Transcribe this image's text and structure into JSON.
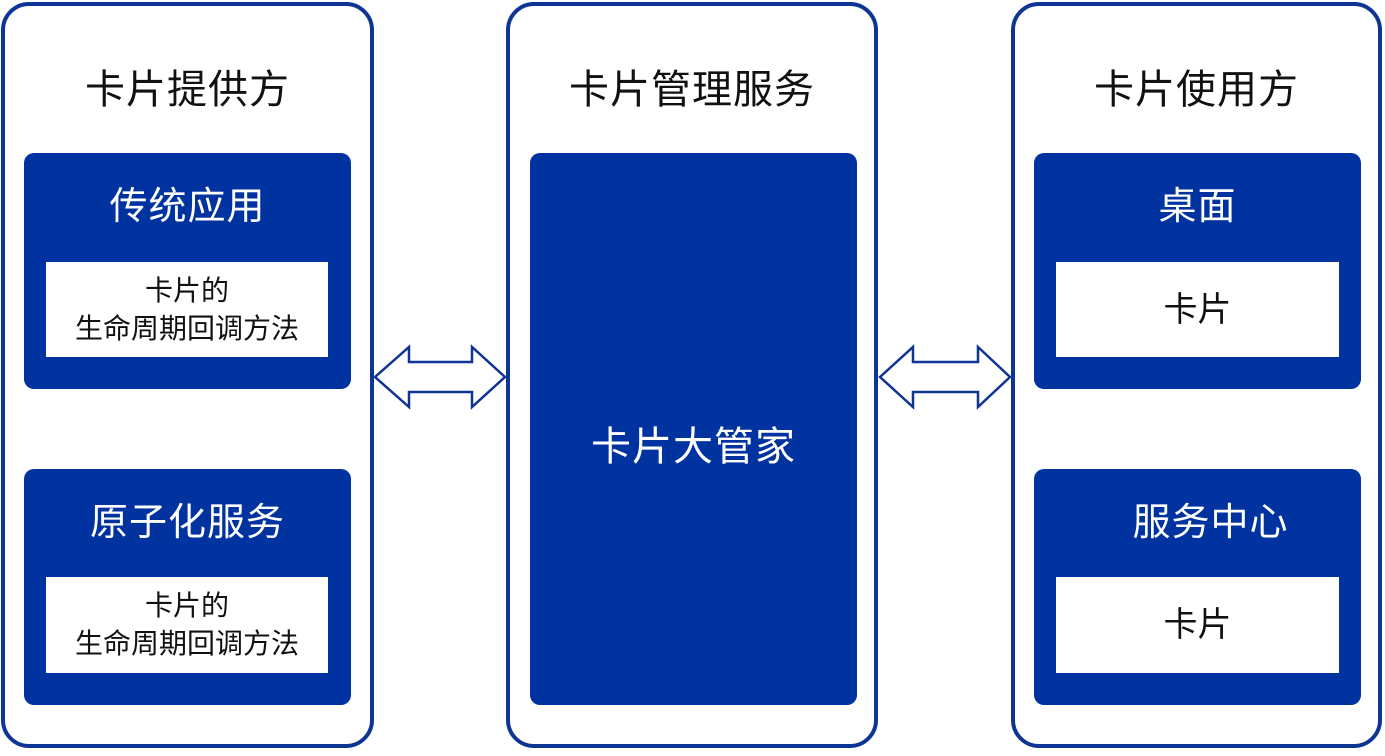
{
  "colors": {
    "primary_blue": "#0033a0",
    "border_blue": "#0f3594",
    "text_dark": "#111111",
    "text_light": "#ffffff",
    "background": "#ffffff"
  },
  "provider": {
    "title": "卡片提供方",
    "cards": [
      {
        "title": "传统应用",
        "content_line1": "卡片的",
        "content_line2": "生命周期回调方法"
      },
      {
        "title": "原子化服务",
        "content_line1": "卡片的",
        "content_line2": "生命周期回调方法"
      }
    ]
  },
  "manager": {
    "title": "卡片管理服务",
    "core_label": "卡片大管家"
  },
  "consumer": {
    "title": "卡片使用方",
    "cards": [
      {
        "title": "桌面",
        "content": "卡片"
      },
      {
        "title": "服务中心",
        "content": "卡片"
      }
    ]
  },
  "connectors": [
    {
      "from": "卡片提供方",
      "to": "卡片管理服务",
      "type": "bidirectional-arrow"
    },
    {
      "from": "卡片管理服务",
      "to": "卡片使用方",
      "type": "bidirectional-arrow"
    }
  ]
}
